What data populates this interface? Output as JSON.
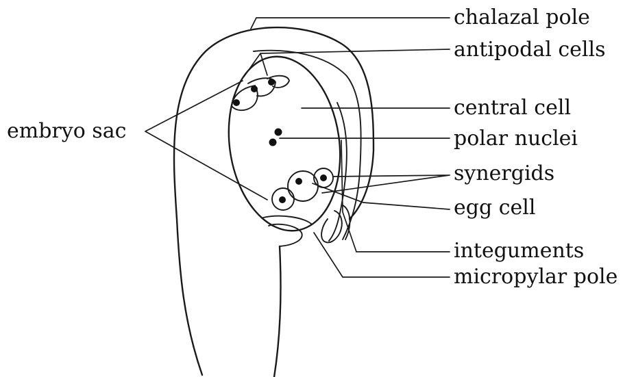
{
  "labels": {
    "chalazal_pole": "chalazal pole",
    "antipodal_cells": "antipodal cells",
    "central_cell": "central cell",
    "polar_nuclei": "polar nuclei",
    "synergids": "synergids",
    "egg_cell": "egg cell",
    "integuments": "integuments",
    "micropylar_pole": "micropylar pole",
    "embryo_sac": "embryo sac"
  },
  "colors": {
    "ink": "#111111",
    "background": "#ffffff"
  }
}
